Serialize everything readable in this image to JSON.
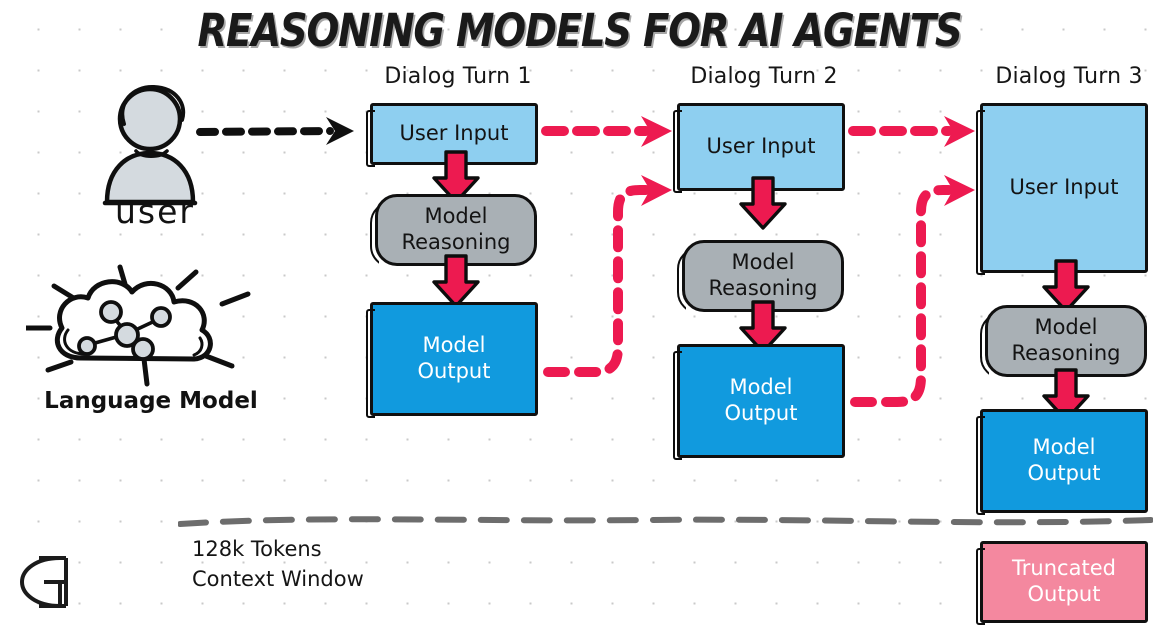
{
  "title": "REASONING MODELS FOR AI AGENTS",
  "actors": {
    "user": {
      "label": "user",
      "icon": "user-avatar-icon"
    },
    "language_model": {
      "label_line1": "Language",
      "label_line2": "Model",
      "icon": "cloud-neural-network-icon"
    }
  },
  "turns": [
    {
      "header": "Dialog Turn 1",
      "nodes": {
        "user_input": "User Input",
        "reasoning_line1": "Model",
        "reasoning_line2": "Reasoning",
        "output_line1": "Model",
        "output_line2": "Output"
      }
    },
    {
      "header": "Dialog Turn 2",
      "nodes": {
        "user_input": "User Input",
        "reasoning_line1": "Model",
        "reasoning_line2": "Reasoning",
        "output_line1": "Model",
        "output_line2": "Output"
      }
    },
    {
      "header": "Dialog Turn 3",
      "nodes": {
        "user_input": "User Input",
        "reasoning_line1": "Model",
        "reasoning_line2": "Reasoning",
        "output_line1": "Model",
        "output_line2": "Output",
        "truncated_line1": "Truncated",
        "truncated_line2": "Output"
      }
    }
  ],
  "context_window": {
    "line1": "128k Tokens",
    "line2": "Context Window",
    "boundary_icon": "dashed-boundary-line"
  },
  "logo": {
    "name": "cg-monogram-logo"
  },
  "colors": {
    "user_input": "#8ECFF0",
    "reasoning": "#A9B0B5",
    "model_output": "#119ADE",
    "truncated_output": "#F4889F",
    "arrow_red": "#ED1A50",
    "arrow_black": "#101010",
    "boundary_gray": "#6d6d6d",
    "background": "#FFFFFF"
  }
}
